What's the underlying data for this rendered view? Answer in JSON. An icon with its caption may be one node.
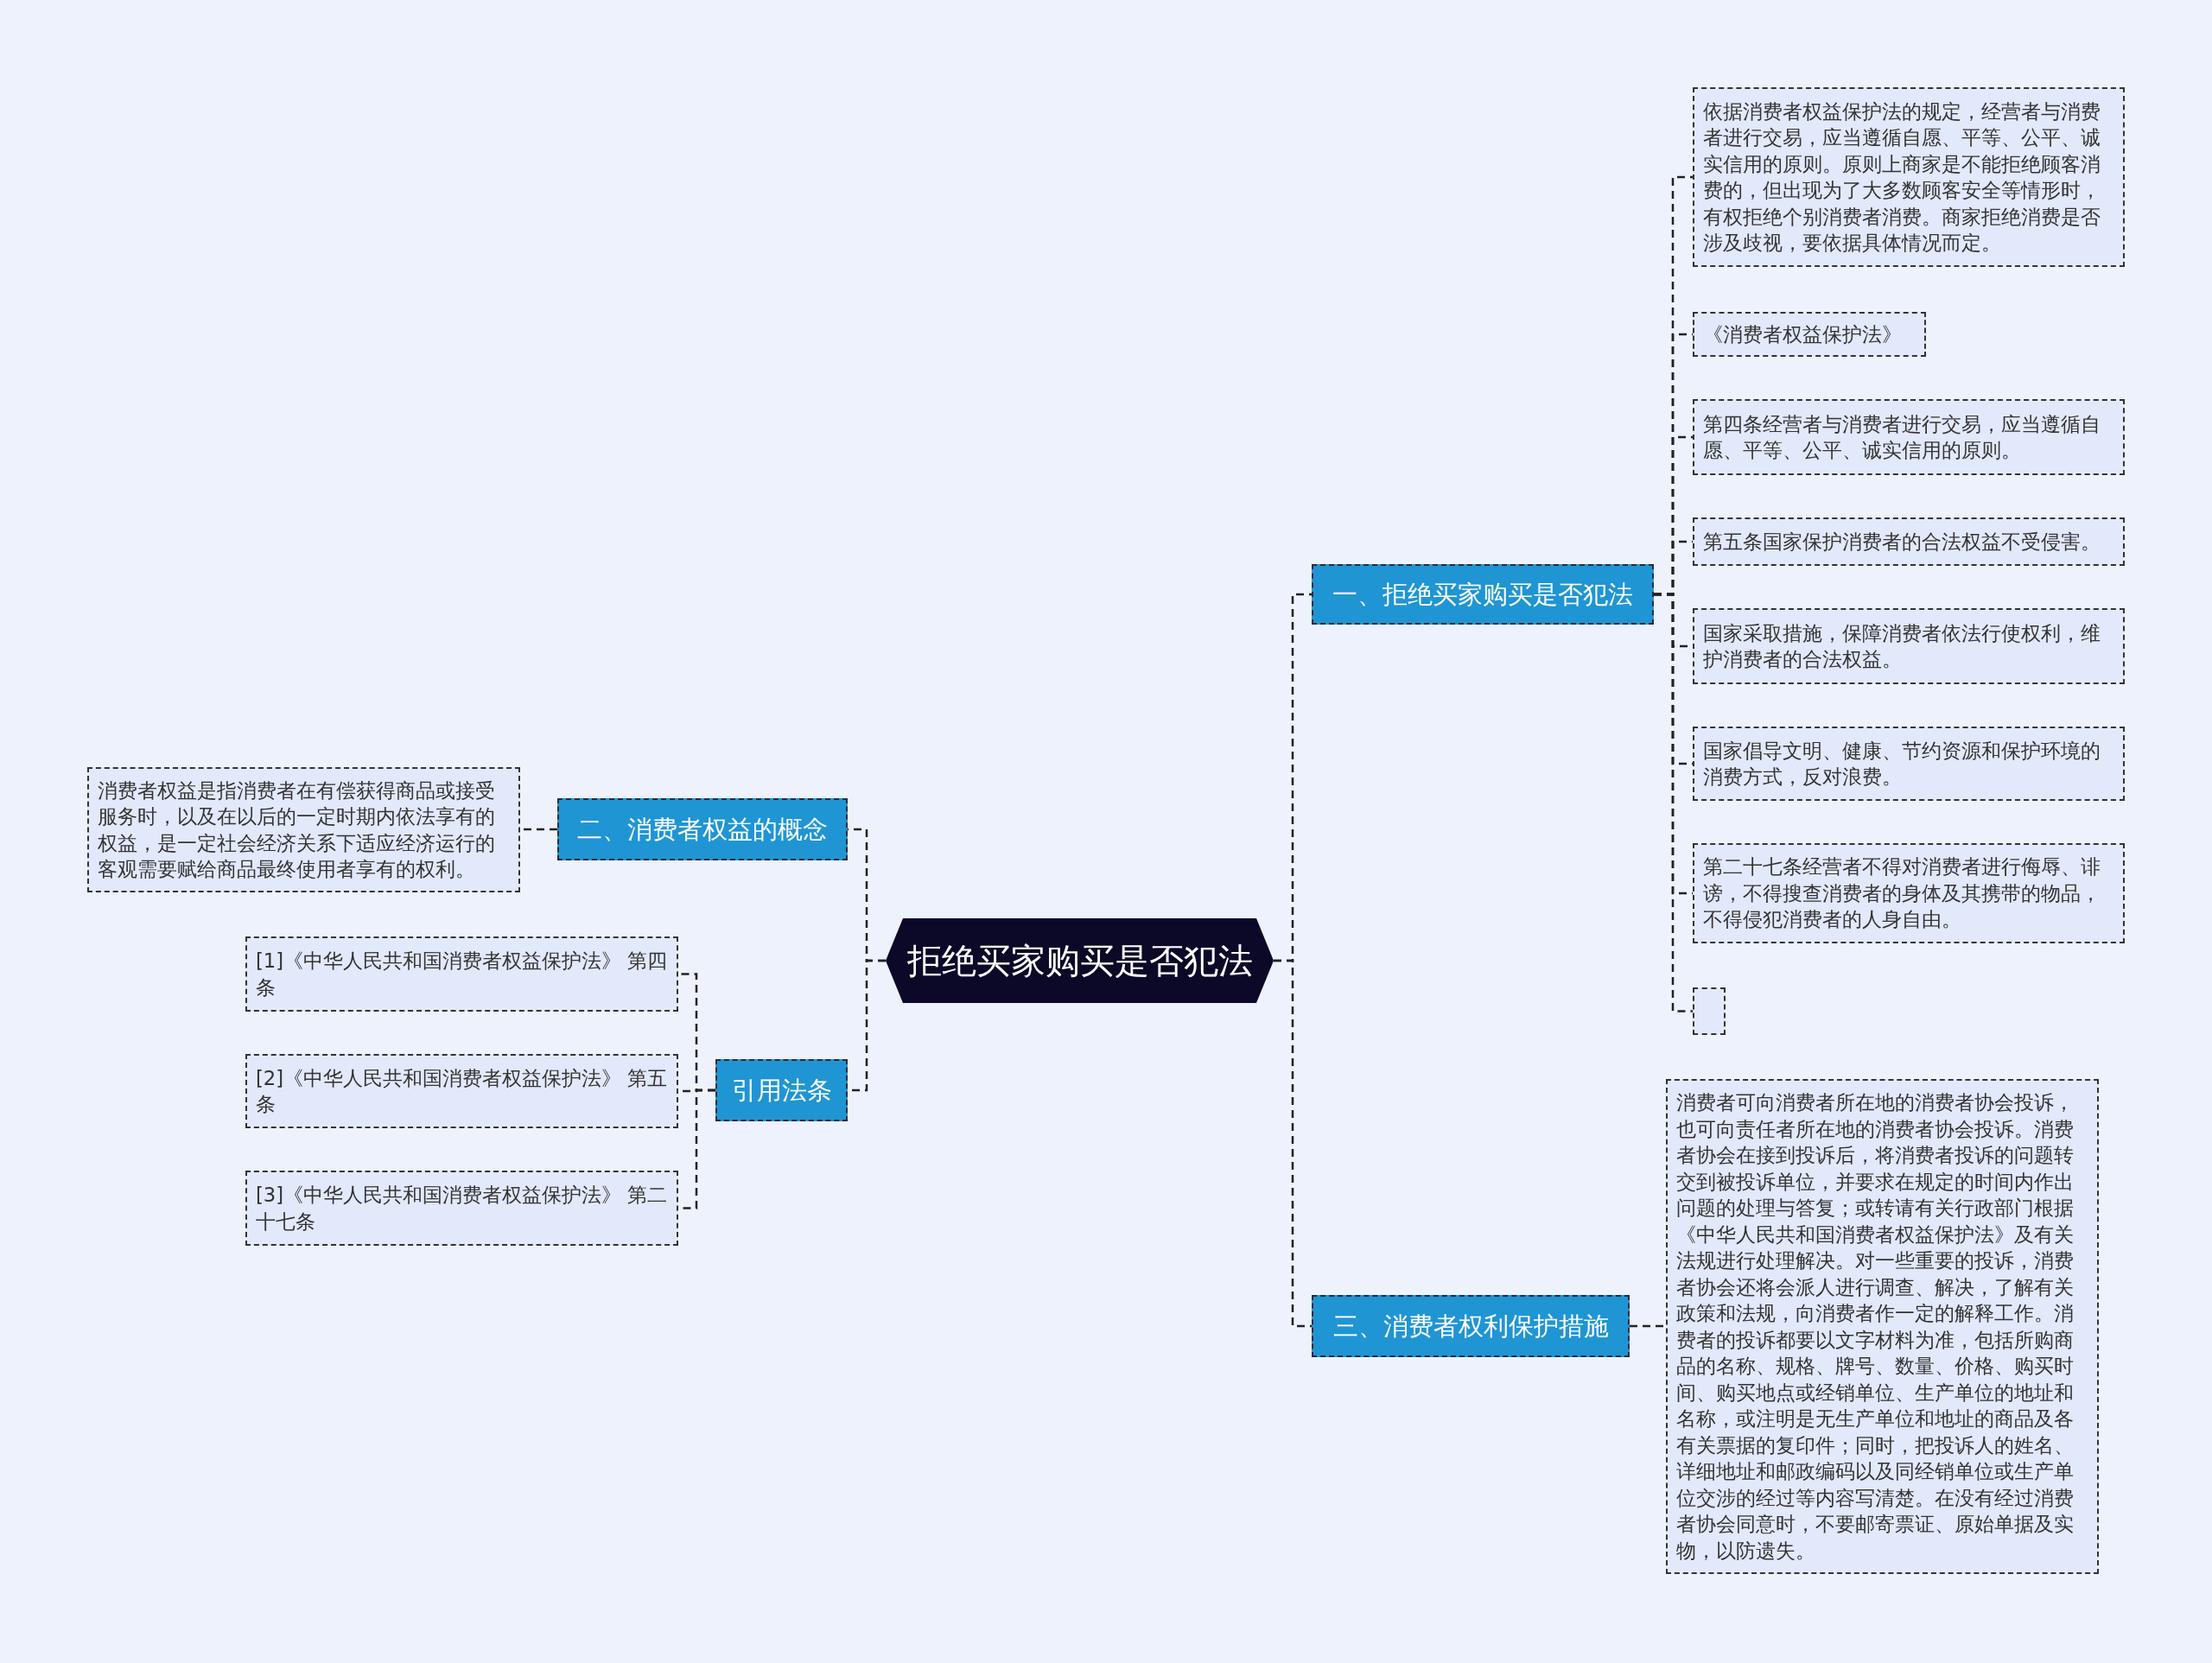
{
  "diagram": {
    "nodes": [
      {
        "text": [
          "拒绝买家购买是否犯法"
        ]
      },
      {
        "text": [
          "一、拒绝买家购买是否犯法"
        ]
      },
      {
        "text": [
          "依据消费者权益保护法的规定，经营者与消费者进行交易，应当遵循自愿、平等、公平、诚实信用的原则。原则上商家是不能拒绝顾客消费的，但出现为了大多数顾客安全等情形时，有权拒绝个别消费者消费。商家拒绝消费是否涉及歧视，要依据具体情况而定。"
        ]
      },
      {
        "text": [
          "《消费者权益保护法》"
        ]
      },
      {
        "text": [
          "第四条经营者与消费者进行交易，应当遵循自愿、平等、公平、诚实信用的原则。"
        ]
      },
      {
        "text": [
          "第五条国家保护消费者的合法权益不受侵害。"
        ]
      },
      {
        "text": [
          "国家采取措施，保障消费者依法行使权利，维护消费者的合法权益。"
        ]
      },
      {
        "text": [
          "国家倡导文明、健康、节约资源和保护环境的消费方式，反对浪费。"
        ]
      },
      {
        "text": [
          "第二十七条经营者不得对消费者进行侮辱、诽谤，不得搜查消费者的身体及其携带的物品，不得侵犯消费者的人身自由。"
        ]
      },
      {
        "text": [],
        "shape": "box"
      },
      {
        "text": [
          "二、消费者权益的概念"
        ]
      },
      {
        "text": [
          "消费者权益是指消费者在有偿获得商品或接受服务时，以及在以后的一定时期内依法享有的权益，是一定社会经济关系下适应经济运行的客观需要赋给商品最终使用者享有的权利。"
        ]
      },
      {
        "text": [
          "三、消费者权利保护措施"
        ]
      },
      {
        "text": [
          "消费者可向消费者所在地的消费者协会投诉，也可向责任者所在地的消费者协会投诉。消费者协会在接到投诉后，将消费者投诉的问题转交到被投诉单位，并要求在规定的时间内作出问题的处理与答复；或转请有关行政部门根据《中华人民共和国消费者权益保护法》及有关法规进行处理解决。对一些重要的投诉，消费者协会还将会派人进行调查、解决，了解有关政策和法规，向消费者作一定的解释工作。消费者的投诉都要以文字材料为准，包括所购商品的名称、规格、牌号、数量、价格、购买时间、购买地点或经销单位、生产单位的地址和名称，或注明是无生产单位和地址的商品及各有关票据的复印件；同时，把投诉人的姓名、详细地址和邮政编码以及同经销单位或生产单位交涉的经过等内容写清楚。在没有经过消费者协会同意时，不要邮寄票证、原始单据及实物，以防遗失。"
        ]
      },
      {
        "text": [
          "引用法条"
        ]
      },
      {
        "text": [
          "[1]《中华人民共和国消费者权益保护法》 第四条"
        ]
      },
      {
        "text": [
          "[2]《中华人民共和国消费者权益保护法》 第五条"
        ]
      },
      {
        "text": [
          "[3]《中华人民共和国消费者权益保护法》 第二十七条"
        ]
      }
    ],
    "edges": [
      {
        "from": 0,
        "to": 1,
        "arrow": "none",
        "style": "dashed"
      },
      {
        "from": 1,
        "to": 2,
        "arrow": "none",
        "style": "dashed"
      },
      {
        "from": 1,
        "to": 3,
        "arrow": "none",
        "style": "dashed"
      },
      {
        "from": 1,
        "to": 4,
        "arrow": "none",
        "style": "dashed"
      },
      {
        "from": 1,
        "to": 5,
        "arrow": "none",
        "style": "dashed"
      },
      {
        "from": 1,
        "to": 6,
        "arrow": "none",
        "style": "dashed"
      },
      {
        "from": 1,
        "to": 7,
        "arrow": "none",
        "style": "dashed"
      },
      {
        "from": 1,
        "to": 8,
        "arrow": "none",
        "style": "dashed"
      },
      {
        "from": 1,
        "to": 9,
        "arrow": "none",
        "style": "dashed"
      },
      {
        "from": 0,
        "to": 10,
        "arrow": "none",
        "style": "dashed"
      },
      {
        "from": 10,
        "to": 11,
        "arrow": "none",
        "style": "dashed"
      },
      {
        "from": 0,
        "to": 12,
        "arrow": "none",
        "style": "dashed"
      },
      {
        "from": 12,
        "to": 13,
        "arrow": "none",
        "style": "dashed"
      },
      {
        "from": 0,
        "to": 14,
        "arrow": "none",
        "style": "dashed"
      },
      {
        "from": 14,
        "to": 15,
        "arrow": "none",
        "style": "dashed"
      },
      {
        "from": 14,
        "to": 16,
        "arrow": "none",
        "style": "dashed"
      },
      {
        "from": 14,
        "to": 17,
        "arrow": "none",
        "style": "dashed"
      }
    ]
  }
}
